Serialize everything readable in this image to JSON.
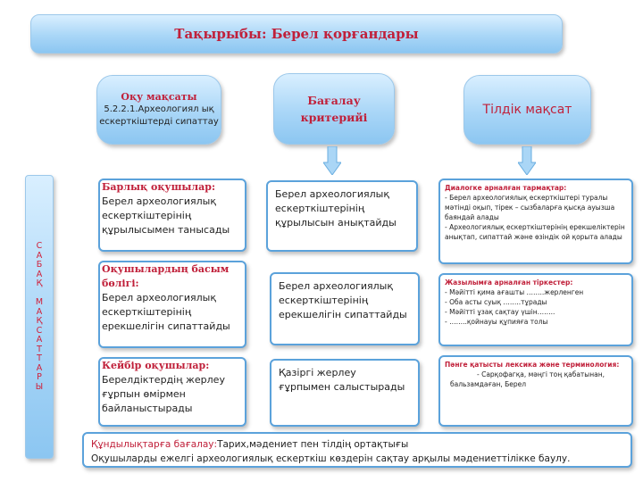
{
  "title": "Тақырыбы:  Берел қорғандары",
  "learning_goal": {
    "label": "Оқу мақсаты",
    "text": "5.2.2.1.Археологиял ық ескерткіштерді сипаттау"
  },
  "criteria_label": "Бағалау критерийі",
  "language_goal_label": "Тілдік мақсат",
  "side_label": [
    "С",
    "А",
    "Б",
    "А",
    "Қ",
    "",
    "М",
    "А",
    "Қ",
    "С",
    "А",
    "Т",
    "Т",
    "А",
    "Р",
    "Ы"
  ],
  "groups": [
    {
      "label": "Барлық оқушылар:",
      "goal": "Берел археологиялық ескерткіштерінің құрылысымен танысады",
      "criterion": "Берел археологиялық ескерткіштерінің құрылысын анықтайды"
    },
    {
      "label": "Оқушылардың басым бөлігі:",
      "goal": "Берел археологиялық ескерткіштерінің ерекшелігін сипаттайды",
      "criterion": "Берел археологиялық ескерткіштерінің ерекшелігін сипаттайды"
    },
    {
      "label": "Кейбір оқушылар:",
      "goal": "Берелдіктердің жерлеу ғұрпын өмірмен байланыстырады",
      "criterion": "Қазіргі жерлеу ғұрпымен салыстырады"
    }
  ],
  "language": {
    "dialogue_title": "Диалогке арналған тармақтар:",
    "dialogue_text": "- Берел археологиялық ескерткіштері туралы мәтінді оқып, тірек – сызбаларға қысқа ауызша баяндай алады\n- Археологиялық ескерткіштерінің ерекшеліктерін анықтап, сипаттай және өзіндік ой қорыта алады",
    "writing_title": "Жазылымға арналған тіркестер:",
    "writing_lines": [
      "- Мәйітті қима ағашты ……..жерленген",
      "- Оба асты суық ……..тұрады",
      "- Мәйітті ұзақ сақтау үшін……..",
      "- ……..қойнауы құпияға толы"
    ],
    "vocab_title": "Пәнге қатысты лексика және терминология:",
    "vocab_text": "- Сарқофагқа, мәңгі тоң қабатынан, бальзамдаған, Берел"
  },
  "values": {
    "label": "Құндылықтарға бағалау:",
    "line1": "Тарих,мәдениет пен тілдің ортақтығы",
    "line2": "Оқушыларды ежелгі археологиялық  ескерткіш көздерін сақтау арқылы мәдениеттілікке баулу."
  }
}
